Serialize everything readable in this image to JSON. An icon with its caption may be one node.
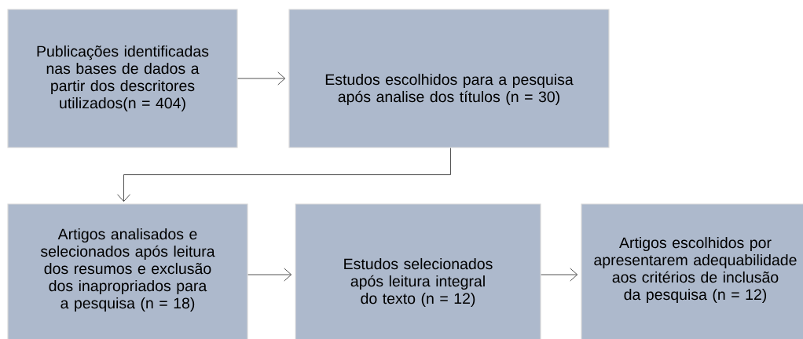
{
  "diagram": {
    "nodes": [
      {
        "text": [
          "Publicações identificadas nas bases de dados a partir dos descritores utilizados(n = 404)"
        ]
      },
      {
        "text": [
          "Estudos escolhidos para a pesquisa após analise dos títulos (n = 30)"
        ]
      },
      {
        "text": [
          "Artigos analisados e selecionados após leitura dos resumos e exclusão dos inapropriados para a pesquisa (n = 18)"
        ]
      },
      {
        "text": [
          "Estudos selecionados após leitura integral do texto (n = 12)"
        ]
      },
      {
        "text": [
          "Artigos escolhidos por apresentarem adequabilidade aos critérios de inclusão da pesquisa (n = 12)"
        ]
      }
    ],
    "edges": [
      {
        "from": 0,
        "to": 1,
        "arrow": "to"
      },
      {
        "from": 1,
        "to": 2,
        "arrow": "to"
      },
      {
        "from": 2,
        "to": 3,
        "arrow": "to"
      },
      {
        "from": 3,
        "to": 4,
        "arrow": "to"
      }
    ]
  }
}
